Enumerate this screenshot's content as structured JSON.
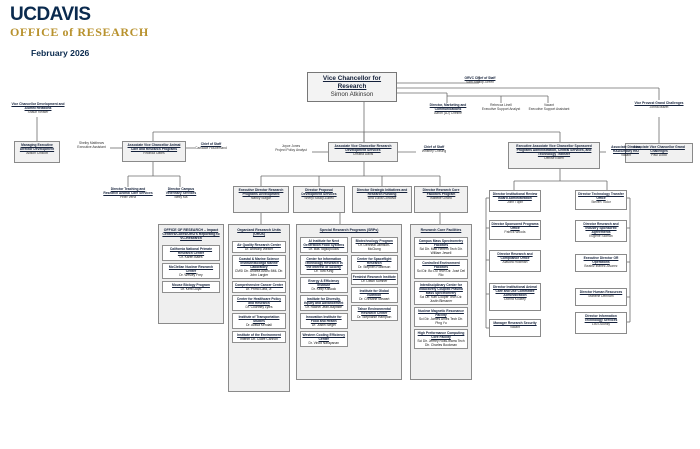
{
  "header": {
    "logo_main": "UCDAVIS",
    "logo_sub": "OFFICE of RESEARCH",
    "date": "February 2026"
  },
  "top": {
    "title": "Vice Chancellor for Research",
    "name": "Simon Atkinson"
  },
  "chief_of_staff_main": {
    "title": "ORVC Chief of Staff",
    "name": "Sam Bishop-Green"
  },
  "vc_dev": {
    "title": "Vice Chancellor Development and Alumni Relations",
    "name": "Shaun Keister"
  },
  "vc_dev_sub": {
    "title": "Managing Executive Director Development",
    "name": "Allison Chilcott"
  },
  "vp_grand": {
    "title": "Vice Provost Grand Challenges",
    "name": "Jonna Mazet"
  },
  "avc_grand": {
    "title": "Associate Vice Chancellor Grand Challenges",
    "name": "Paul Dodd"
  },
  "dir_marketing": {
    "title": "Director, Marketing and Communications",
    "name": "Aaron (AJ) Cheline"
  },
  "exec_support_1": {
    "name": "Rebecca Linell",
    "role": "Executive Support Analyst"
  },
  "exec_support_2": {
    "name": "Vacant",
    "role": "Executive Support Assistant"
  },
  "asst_animal": {
    "name": "Shelby Matthews",
    "role": "Executive Assistant"
  },
  "avc_animal": {
    "title": "Associate Vice Chancellor Animal Care and Research Programs",
    "name": "Rhonda Oates"
  },
  "cos_animal": {
    "title": "Chief of Staff",
    "name": "Candace Houllemand"
  },
  "dir_teaching": {
    "title": "Director Teaching and Research Animal Care Services",
    "name": "Peter Vertz"
  },
  "dir_vet": {
    "title": "Director Campus Veterinary Services",
    "name": "Betty Ma"
  },
  "analyst_rds": {
    "name": "Joyce Jones",
    "role": "Project Policy Analyst"
  },
  "avc_rds": {
    "title": "Associate Vice Chancellor Research Development Services",
    "name": "Cristina Davis"
  },
  "cos_rds": {
    "title": "Chief of Staff",
    "name": "Whitney Cheung"
  },
  "ed_ru": {
    "title": "Executive Director Research Programs Development",
    "name": "Nancy Sutgar"
  },
  "dir_proposal": {
    "title": "Director Proposal Development Services",
    "name": "Sheryl Soucy-Lubell"
  },
  "dir_strategic": {
    "title": "Director Strategic Initiatives and Research Funding",
    "name": "Ana Lucia Cordova"
  },
  "dir_core": {
    "title": "Director Research Core Facilities Program",
    "name": "Isabelle Girard"
  },
  "eavc_sponsored": {
    "title": "Executive Associate Vice Chancellor Sponsored Programs Administration, Central Services, and Technology Transfer",
    "name": "Denise Elden"
  },
  "ad_rad": {
    "title": "Associate Director, RAD/Deputy RIO",
    "name": "Vacant"
  },
  "ovcr_list": {
    "title": "OFFICE OF RESEARCH – Impact Centers/Cores/ORU's Reporting to VC-Research",
    "items": [
      {
        "title": "California National Primate Research Center",
        "name": "Dr. Karen Bales"
      },
      {
        "title": "McClellan Nuclear Research Center",
        "name": "Dr. Wesley Frey"
      },
      {
        "title": "Mouse Biology Program",
        "name": "Dr. Kent Lloyd"
      }
    ]
  },
  "orus": {
    "title": "Organized Research Units (ORUs)",
    "items": [
      {
        "title": "Air Quality Research Center",
        "name": "Dr. Anthony Wexler"
      },
      {
        "title": "Coastal & Marine Science Institute/Bodega Marine Laboratory",
        "name": "CMSI Dir. Andrea Alfaro  BML Dir. John Largier"
      },
      {
        "title": "Comprehensive Cancer Center",
        "name": "Dr. Primo Lara, Jr."
      },
      {
        "title": "Center for Healthcare Policy and Research",
        "name": "Dr. Courtney Lyles"
      },
      {
        "title": "Institute of Transportation Studies",
        "name": "Dr. Alissa Kendall"
      },
      {
        "title": "Institute of the Environment",
        "name": "Interim Dir. Claire Cannon"
      }
    ]
  },
  "srps": {
    "title": "Special Research Programs (SRPs)",
    "col1": [
      {
        "title": "AI Institute for Next Generation Food Systems",
        "name": "Dr. Ilias Tagkopoulos"
      },
      {
        "title": "Center for Information Technology Research in the Interest of Society",
        "name": "Dr. Turk King"
      },
      {
        "title": "Energy & Efficiency Institute",
        "name": "Dr. Kelly Kissock"
      },
      {
        "title": "Institute for Diversity, Equity and Advancement",
        "name": "Dr. Rachel Jean-Baptiste"
      },
      {
        "title": "Innovation Institute for Food and Health",
        "name": "Dr. Justin Siegel"
      },
      {
        "title": "Western Cooling Efficiency Center",
        "name": "Dr. Vinod Narayanan"
      }
    ],
    "col2": [
      {
        "title": "Biotechnology Program",
        "name": "Dr. Denneal Jamison-McClung"
      },
      {
        "title": "Center for Spaceflight Research",
        "name": "Dr. Stephen Robinson"
      },
      {
        "title": "Feminist Research Institute",
        "name": "Dr. Dawn Sumner"
      },
      {
        "title": "Institute for Global Nutrition",
        "name": "Dr. Christine Stewart"
      },
      {
        "title": "Tahoe Environmental Research Center",
        "name": "Dr. Stephanie Hampton"
      }
    ]
  },
  "cores": {
    "title": "Research Core Facilities",
    "items": [
      {
        "title": "Campus Mass Spectrometry Facilities",
        "name": "Sci Dir. Matt Heffern  Tech Dir. William Jewell"
      },
      {
        "title": "Controlled Environment Facilities",
        "name": "Sci Dir. Bo Liu  Tech Dir. José Del Rio"
      },
      {
        "title": "Interdisciplinary Center for Inductively Coupled Plasma Mass Spectrometry",
        "name": "Sci Dir. Karl Cooper  Tech Dir. Justin Blessner"
      },
      {
        "title": "Nuclear Magnetic Resonance Facility",
        "name": "Sci Dir. James Ames  Tech Dir. Ping Yu"
      },
      {
        "title": "High Performance Computing Core Facility",
        "name": "Sci Dir. Jeffrey Ross-Ibarra  Tech Dir. Charles Bookman"
      }
    ]
  },
  "sp_left": [
    {
      "title": "Director Institutional Review Board Administration",
      "name": "John Tupin"
    },
    {
      "title": "Director Sponsored Programs Office",
      "name": "Patrick Woods"
    },
    {
      "title": "Director Research and Compliance Office",
      "name": "Alasdra Holliman"
    },
    {
      "title": "Director Institutional Animal Care and Use Committee Administration",
      "name": "Donna Koultey"
    },
    {
      "title": "Manager Research Security",
      "name": "Vacant"
    }
  ],
  "sp_right": [
    {
      "title": "Director Technology Transfer Office",
      "name": "Steven Tudor"
    },
    {
      "title": "Director Research and Industry Sponsored Agreements",
      "name": "Eugene Sloman"
    },
    {
      "title": "Executive Director OR Operations",
      "name": "Beatriz Ibanez-Alvarez"
    },
    {
      "title": "Director Human Resources",
      "name": "Marlene Denham"
    },
    {
      "title": "Director Information Technology Services",
      "name": "Lou DiJunky"
    }
  ]
}
